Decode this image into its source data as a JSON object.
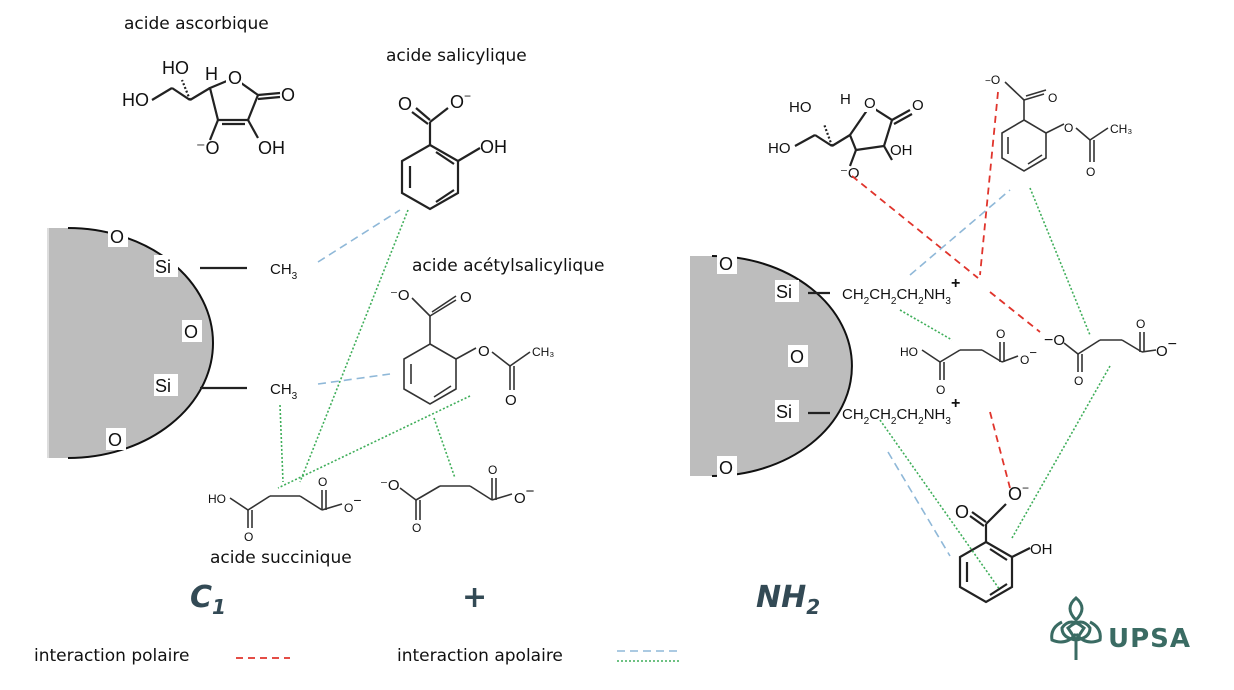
{
  "titles": {
    "ascorbic": "acide ascorbique",
    "salicylic": "acide salicylique",
    "acetylsalicylic": "acide acétylsalicylique",
    "succinic": "acide succinique"
  },
  "phases": {
    "c1_main": "C",
    "c1_sub": "1",
    "plus": "+",
    "nh2_main": "NH",
    "nh2_sub": "2"
  },
  "legend": {
    "polar": "interaction polaire",
    "apolar": "interaction apolaire"
  },
  "logo": {
    "text": "UPSA"
  },
  "atoms": {
    "o": "O",
    "si": "Si",
    "ch3": "CH",
    "ch3_sub": "3",
    "amine_chain": "CH",
    "ho": "HO",
    "oh": "OH",
    "h": "H",
    "ch3_ester": "CH₃"
  },
  "colors": {
    "polar": "#e0342c",
    "apolar_blue": "#8fb8d8",
    "apolar_green": "#3fae5a",
    "silica": "#bdbdbd",
    "phase_label": "#334a55",
    "logo": "#3a6b63"
  }
}
